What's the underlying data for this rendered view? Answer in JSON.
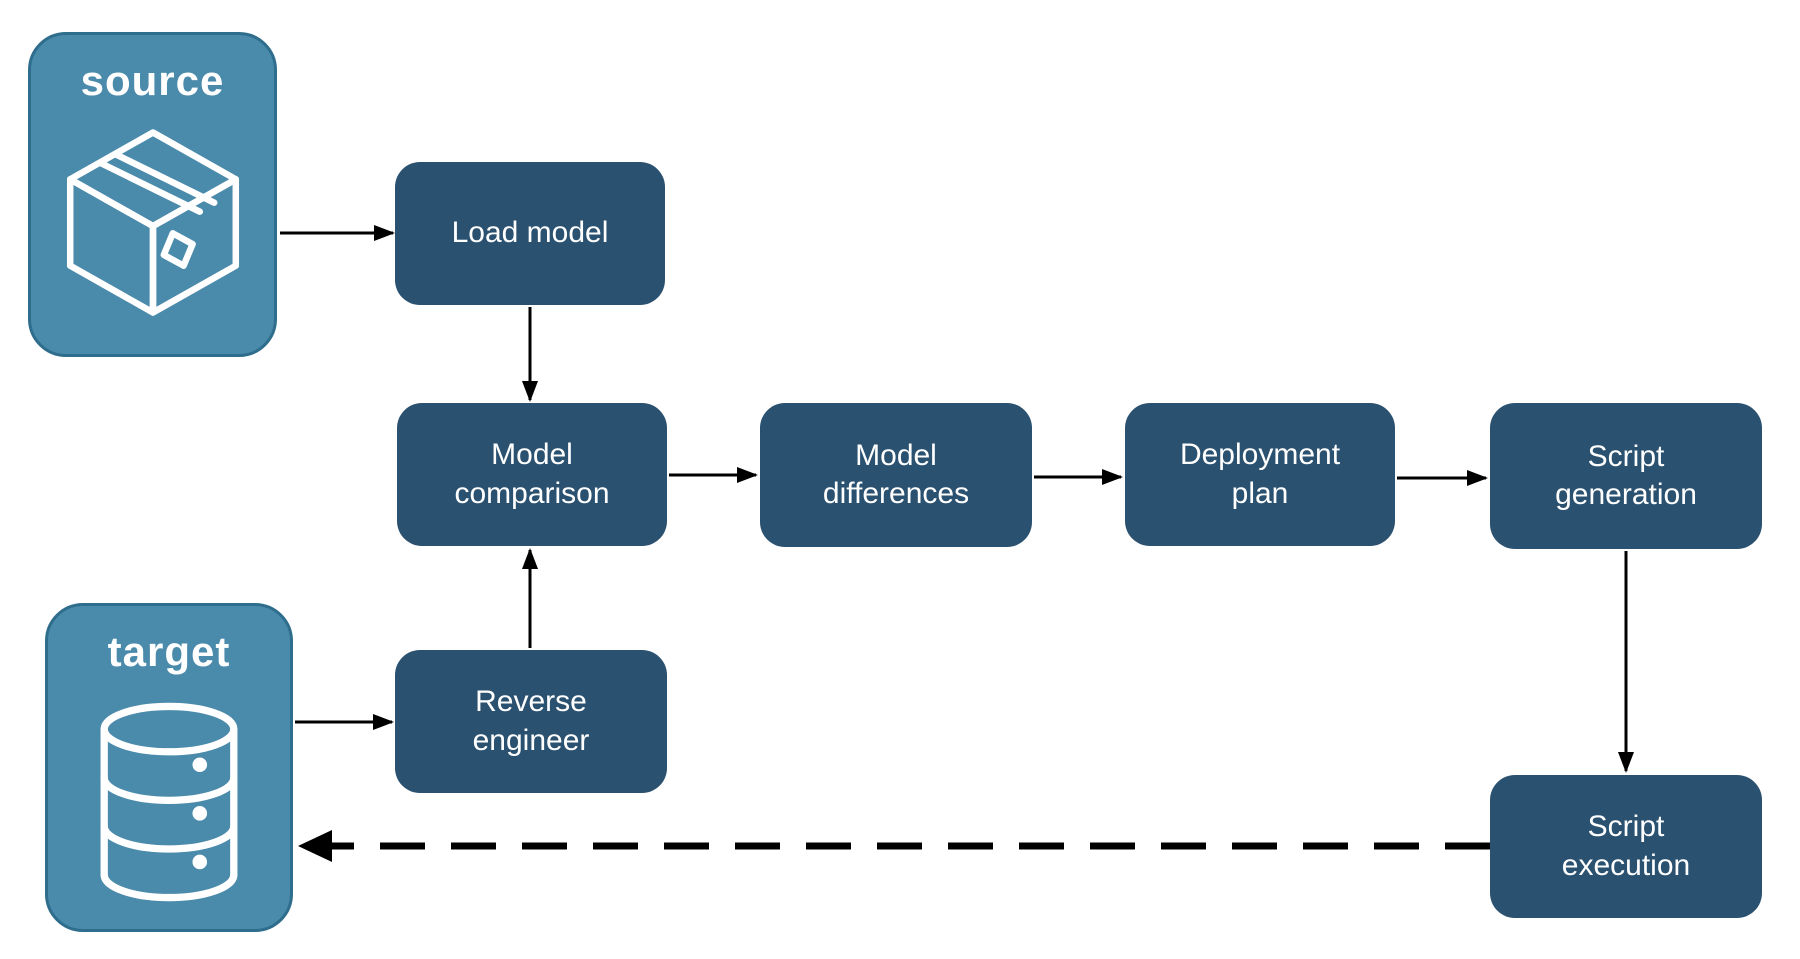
{
  "diagram": {
    "endpoints": {
      "source": {
        "label": "source",
        "icon": "package-icon"
      },
      "target": {
        "label": "target",
        "icon": "database-icon"
      }
    },
    "nodes": {
      "load_model": {
        "label": "Load model"
      },
      "model_comparison": {
        "label": "Model comparison"
      },
      "model_differences": {
        "label": "Model differences"
      },
      "deployment_plan": {
        "label": "Deployment plan"
      },
      "script_generation": {
        "label": "Script generation"
      },
      "reverse_engineer": {
        "label": "Reverse engineer"
      },
      "script_execution": {
        "label": "Script execution"
      }
    },
    "edges": [
      {
        "from": "source",
        "to": "load_model",
        "style": "solid"
      },
      {
        "from": "load_model",
        "to": "model_comparison",
        "style": "solid"
      },
      {
        "from": "model_comparison",
        "to": "model_differences",
        "style": "solid"
      },
      {
        "from": "model_differences",
        "to": "deployment_plan",
        "style": "solid"
      },
      {
        "from": "deployment_plan",
        "to": "script_generation",
        "style": "solid"
      },
      {
        "from": "script_generation",
        "to": "script_execution",
        "style": "solid"
      },
      {
        "from": "target",
        "to": "reverse_engineer",
        "style": "solid"
      },
      {
        "from": "reverse_engineer",
        "to": "model_comparison",
        "style": "solid"
      },
      {
        "from": "script_execution",
        "to": "target",
        "style": "dashed"
      }
    ],
    "colors": {
      "endpoint_fill": "#4A8AAB",
      "endpoint_border": "#2F6D8D",
      "node_fill": "#2B5170",
      "text": "#FFFFFF",
      "arrow": "#000000",
      "background": "#FFFFFF"
    }
  }
}
